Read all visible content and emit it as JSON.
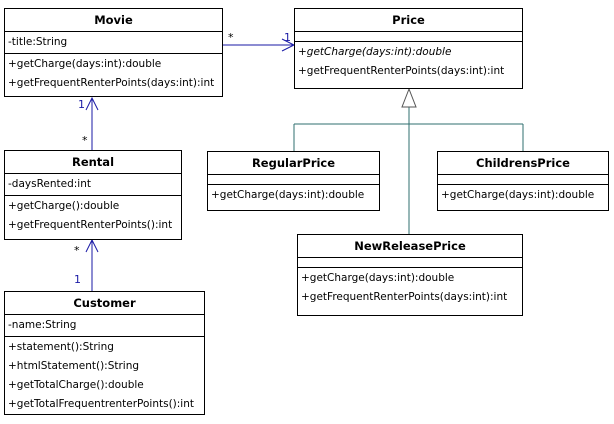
{
  "classes": {
    "movie": {
      "name": "Movie",
      "attributes": [
        "-title:String"
      ],
      "operations": [
        "+getCharge(days:int):double",
        "+getFrequentRenterPoints(days:int):int"
      ]
    },
    "rental": {
      "name": "Rental",
      "attributes": [
        "-daysRented:int"
      ],
      "operations": [
        "+getCharge():double",
        "+getFrequentRenterPoints():int"
      ]
    },
    "customer": {
      "name": "Customer",
      "attributes": [
        "-name:String"
      ],
      "operations": [
        "+statement():String",
        "+htmlStatement():String",
        "+getTotalCharge():double",
        "+getTotalFrequentrenterPoints():int"
      ]
    },
    "price": {
      "name": "Price",
      "attributes": [],
      "operations": [
        "+getCharge(days:int):double",
        "+getFrequentRenterPoints(days:int):int"
      ]
    },
    "regular_price": {
      "name": "RegularPrice",
      "attributes": [],
      "operations": [
        "+getCharge(days:int):double"
      ]
    },
    "childrens_price": {
      "name": "ChildrensPrice",
      "attributes": [],
      "operations": [
        "+getCharge(days:int):double"
      ]
    },
    "new_release_price": {
      "name": "NewReleasePrice",
      "attributes": [],
      "operations": [
        "+getCharge(days:int):double",
        "+getFrequentRenterPoints(days:int):int"
      ]
    }
  },
  "multiplicities": {
    "movie_price_source": "*",
    "movie_price_target": "1",
    "rental_movie_source": "*",
    "rental_movie_target": "1",
    "customer_rental_source": "1",
    "customer_rental_target": "*"
  },
  "colors": {
    "association": "#1a1aa6",
    "generalization": "#2f6f6f",
    "border": "#000000",
    "background": "#ffffff"
  }
}
